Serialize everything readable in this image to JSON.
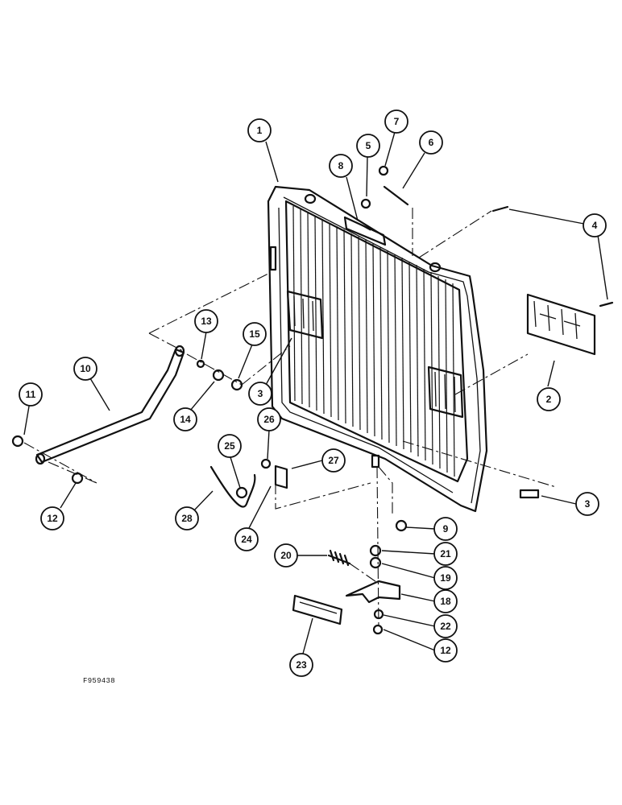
{
  "figure_id": "F959438",
  "callouts": [
    {
      "id": "c1",
      "label": "1"
    },
    {
      "id": "c2",
      "label": "2"
    },
    {
      "id": "c3a",
      "label": "3"
    },
    {
      "id": "c3b",
      "label": "3"
    },
    {
      "id": "c4",
      "label": "4"
    },
    {
      "id": "c5",
      "label": "5"
    },
    {
      "id": "c6",
      "label": "6"
    },
    {
      "id": "c7",
      "label": "7"
    },
    {
      "id": "c8",
      "label": "8"
    },
    {
      "id": "c9",
      "label": "9"
    },
    {
      "id": "c10",
      "label": "10"
    },
    {
      "id": "c11",
      "label": "11"
    },
    {
      "id": "c12a",
      "label": "12"
    },
    {
      "id": "c12b",
      "label": "12"
    },
    {
      "id": "c13",
      "label": "13"
    },
    {
      "id": "c14",
      "label": "14"
    },
    {
      "id": "c15",
      "label": "15"
    },
    {
      "id": "c18",
      "label": "18"
    },
    {
      "id": "c19",
      "label": "19"
    },
    {
      "id": "c20",
      "label": "20"
    },
    {
      "id": "c21",
      "label": "21"
    },
    {
      "id": "c22",
      "label": "22"
    },
    {
      "id": "c23",
      "label": "23"
    },
    {
      "id": "c24",
      "label": "24"
    },
    {
      "id": "c25",
      "label": "25"
    },
    {
      "id": "c26",
      "label": "26"
    },
    {
      "id": "c27",
      "label": "27"
    },
    {
      "id": "c28",
      "label": "28"
    }
  ]
}
